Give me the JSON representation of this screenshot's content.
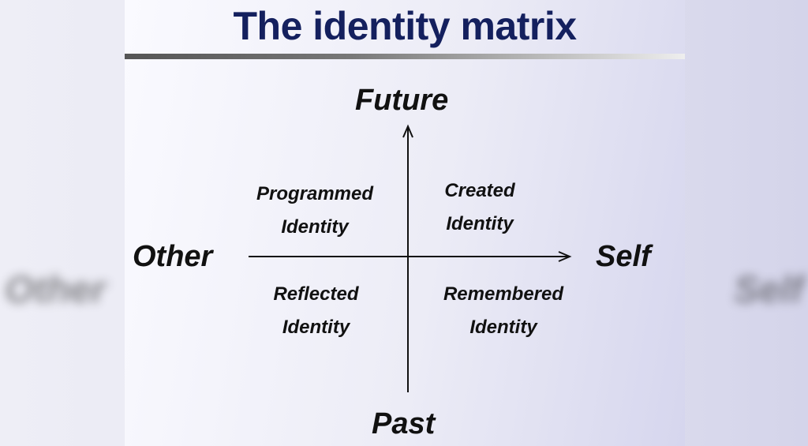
{
  "title": "The identity matrix",
  "axes": {
    "top": "Future",
    "bottom": "Past",
    "left": "Other",
    "right": "Self"
  },
  "quadrants": {
    "top_left": [
      "Programmed",
      "Identity"
    ],
    "top_right": [
      "Created",
      "Identity"
    ],
    "bottom_left": [
      "Reflected",
      "Identity"
    ],
    "bottom_right": [
      "Remembered",
      "Identity"
    ]
  },
  "colors": {
    "title": "#14205e",
    "text": "#111111"
  }
}
